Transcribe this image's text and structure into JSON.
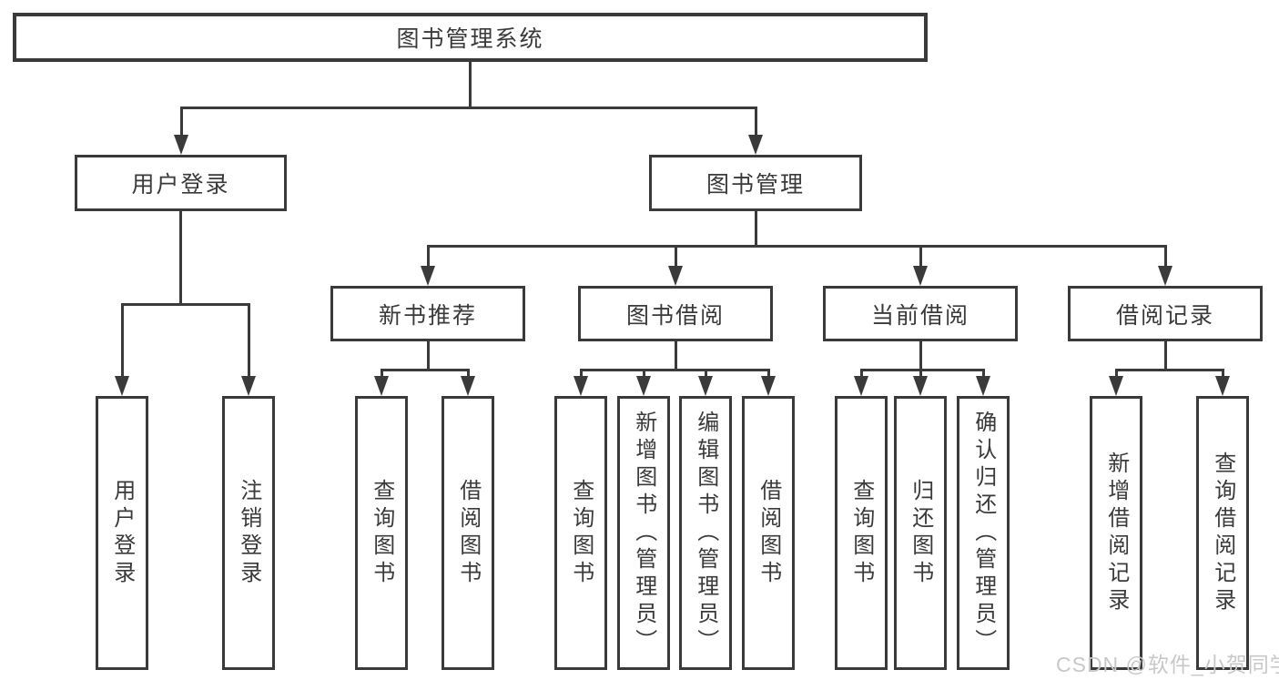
{
  "diagram": {
    "tree": {
      "label": "图书管理系统",
      "children": [
        {
          "label": "用户登录",
          "children": [
            {
              "label": "用户登录"
            },
            {
              "label": "注销登录"
            }
          ]
        },
        {
          "label": "图书管理",
          "children": [
            {
              "label": "新书推荐",
              "children": [
                {
                  "label": "查询图书"
                },
                {
                  "label": "借阅图书"
                }
              ]
            },
            {
              "label": "图书借阅",
              "children": [
                {
                  "label": "查询图书"
                },
                {
                  "label": "新增图书（管理员）"
                },
                {
                  "label": "编辑图书（管理员）"
                },
                {
                  "label": "借阅图书"
                }
              ]
            },
            {
              "label": "当前借阅",
              "children": [
                {
                  "label": "查询图书"
                },
                {
                  "label": "归还图书"
                },
                {
                  "label": "确认归还（管理员）"
                }
              ]
            },
            {
              "label": "借阅记录",
              "children": [
                {
                  "label": "新增借阅记录"
                },
                {
                  "label": "查询借阅记录"
                }
              ]
            }
          ]
        }
      ]
    },
    "watermark": {
      "text": "CSDN @软件_小贺同学",
      "color": "#c8c8c8"
    },
    "colors": {
      "line": "#3a3a3a",
      "text": "#3a3a3a",
      "background": "#ffffff"
    }
  }
}
